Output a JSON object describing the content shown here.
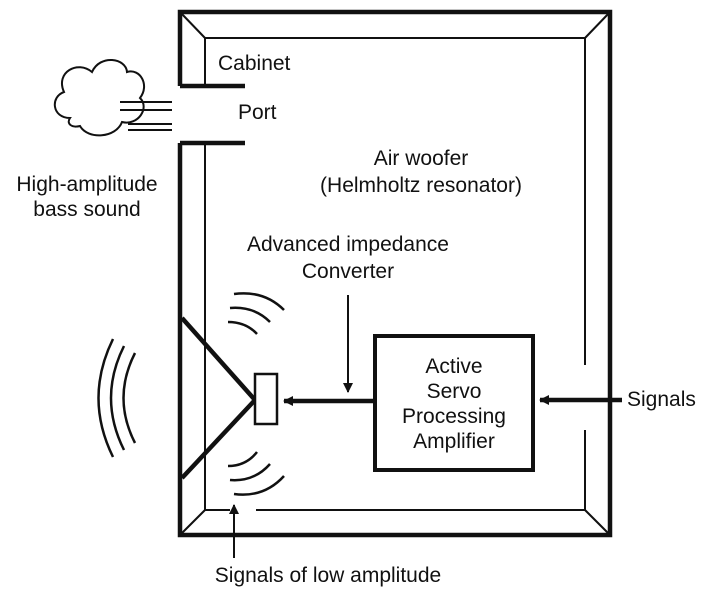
{
  "labels": {
    "cabinet": "Cabinet",
    "port": "Port",
    "air_woofer_line1": "Air woofer",
    "air_woofer_line2": "(Helmholtz resonator)",
    "bass_line1": "High-amplitude",
    "bass_line2": "bass sound",
    "converter_line1": "Advanced impedance",
    "converter_line2": "Converter",
    "amp_line1": "Active",
    "amp_line2": "Servo",
    "amp_line3": "Processing",
    "amp_line4": "Amplifier",
    "signals": "Signals",
    "low_amp": "Signals of low amplitude"
  },
  "colors": {
    "ink": "#111111",
    "background": "#ffffff"
  }
}
